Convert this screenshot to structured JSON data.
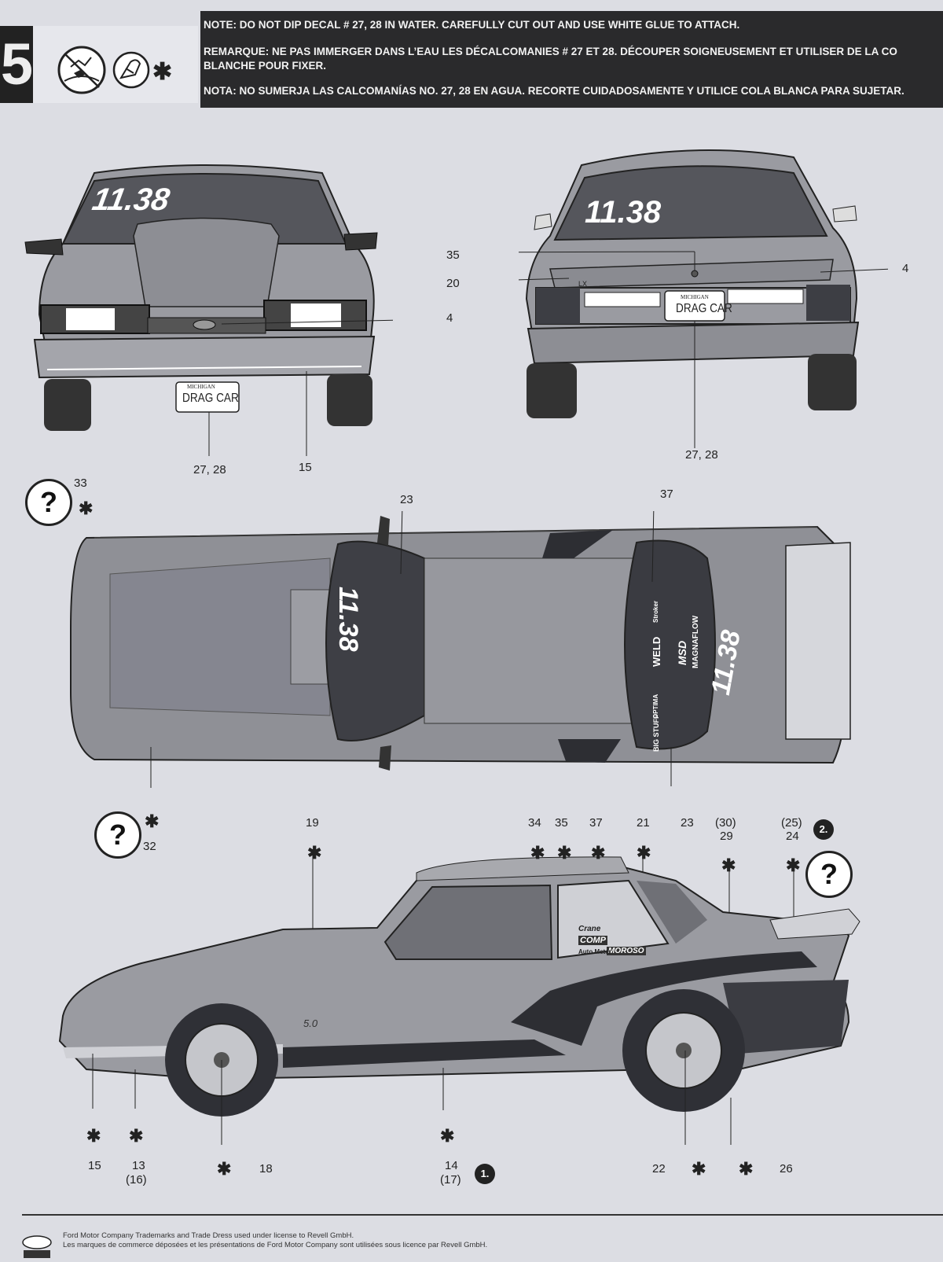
{
  "step": {
    "number": "5"
  },
  "note": {
    "en": "NOTE: DO NOT DIP DECAL # 27, 28 IN WATER. CAREFULLY CUT OUT AND USE WHITE GLUE TO ATTACH.",
    "fr_line1": "REMARQUE: NE PAS IMMERGER DANS L’EAU LES DÉCALCOMANIES # 27 ET 28. DÉCOUPER SOIGNEUSEMENT ET UTILISER DE LA CO",
    "fr_line2": "BLANCHE POUR FIXER.",
    "es": "NOTA: NO SUMERJA LAS CALCOMANÍAS NO. 27, 28 EN AGUA. RECORTE CUIDADOSAMENTE Y UTILICE COLA BLANCA PARA SUJETAR."
  },
  "icons": [
    "no-water-icon",
    "white-glue-icon",
    "asterisk-icon"
  ],
  "front_view": {
    "windshield_number": "11.38",
    "plate_state": "MICHIGAN",
    "plate_text": "DRAG CAR",
    "labels": [
      "4",
      "15",
      "27, 28"
    ]
  },
  "rear_view": {
    "window_number": "11.38",
    "badge": "LX",
    "plate_state": "MICHIGAN",
    "plate_text": "DRAG CAR",
    "labels": [
      "35",
      "20",
      "4",
      "27, 28"
    ]
  },
  "top_view": {
    "windshield_number": "11.38",
    "rear_window_number": "11.38",
    "sponsor_decals": [
      "MAGNAFLOW",
      "MSD",
      "WELD",
      "OPTIMA",
      "BIG STUFF",
      "Stroker"
    ],
    "labels": [
      "33",
      "23",
      "37",
      "32",
      "19",
      "34",
      "35",
      "37",
      "21",
      "23",
      "(30)",
      "29",
      "(25)",
      "24",
      "2."
    ]
  },
  "side_view": {
    "fender_badge": "5.0",
    "window_decals": [
      "COMP",
      "MOROSO",
      "Auto Meter",
      "Crane"
    ],
    "labels": [
      "15",
      "13",
      "(16)",
      "18",
      "14",
      "(17)",
      "1.",
      "22",
      "26"
    ]
  },
  "footer": {
    "line1": "Ford Motor Company Trademarks and Trade Dress used under license to Revell GmbH.",
    "line2": "Les marques de commerce déposées et les présentations de Ford Motor Company sont utilisées sous licence par Revell GmbH."
  }
}
